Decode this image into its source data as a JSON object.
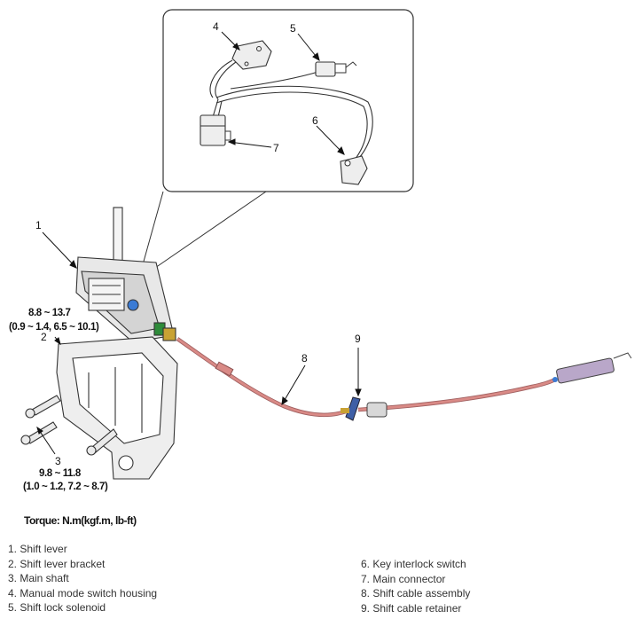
{
  "callouts": {
    "c1": "1",
    "c2": "2",
    "c3": "3",
    "c4": "4",
    "c5": "5",
    "c6": "6",
    "c7": "7",
    "c8": "8",
    "c9": "9"
  },
  "torque_specs": {
    "upper_line1": "8.8 ~ 13.7",
    "upper_line2": "(0.9 ~ 1.4, 6.5 ~ 10.1)",
    "lower_line1": "9.8 ~ 11.8",
    "lower_line2": "(1.0 ~ 1.2, 7.2 ~ 8.7)"
  },
  "torque_caption": "Torque: N.m(kgf.m, lb-ft)",
  "legend": {
    "left": [
      "1. Shift lever",
      "2. Shift lever bracket",
      "3. Main shaft",
      "4. Manual mode switch housing",
      "5. Shift lock solenoid"
    ],
    "right": [
      "6. Key interlock switch",
      "7. Main connector",
      "8. Shift cable assembly",
      "9. Shift cable retainer"
    ]
  },
  "colors": {
    "cable": "#d98a86",
    "retainer": "#3f5fa6",
    "end_fitting": "#b9a7c9"
  }
}
